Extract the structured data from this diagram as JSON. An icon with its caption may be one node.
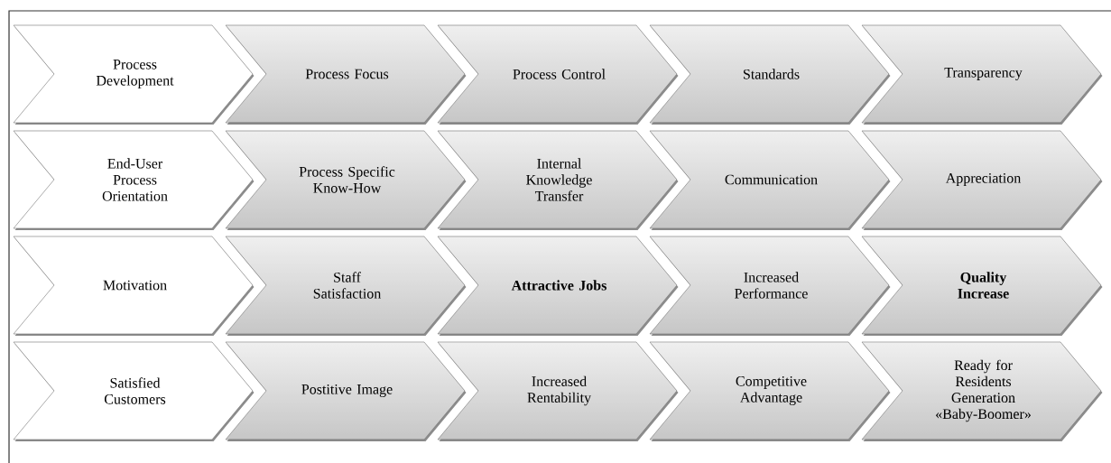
{
  "diagram": {
    "nodes": [
      {
        "text": [
          "Process Development"
        ]
      },
      {
        "text": [
          "Process Focus"
        ]
      },
      {
        "text": [
          "Process Control"
        ]
      },
      {
        "text": [
          "Standards"
        ]
      },
      {
        "text": [
          "Transparency"
        ]
      },
      {
        "text": [
          "End-User Process Orientation"
        ]
      },
      {
        "text": [
          "Process Specific Know-How"
        ]
      },
      {
        "text": [
          "Internal Knowledge Transfer"
        ]
      },
      {
        "text": [
          "Communication"
        ]
      },
      {
        "text": [
          "Appreciation"
        ]
      },
      {
        "text": [
          "Motivation"
        ]
      },
      {
        "text": [
          "Staff Satisfaction"
        ]
      },
      {
        "text": [
          "**Attractive Jobs**"
        ]
      },
      {
        "text": [
          "Increased Performance"
        ]
      },
      {
        "text": [
          "**Quality Increase**"
        ]
      },
      {
        "text": [
          "Satisfied Customers"
        ]
      },
      {
        "text": [
          "Postitive  Image"
        ]
      },
      {
        "text": [
          "Increased Rentability"
        ]
      },
      {
        "text": [
          "Competitive Advantage"
        ]
      },
      {
        "text": [
          "Ready for Residents Generation «Baby-Boomer»"
        ]
      }
    ]
  }
}
